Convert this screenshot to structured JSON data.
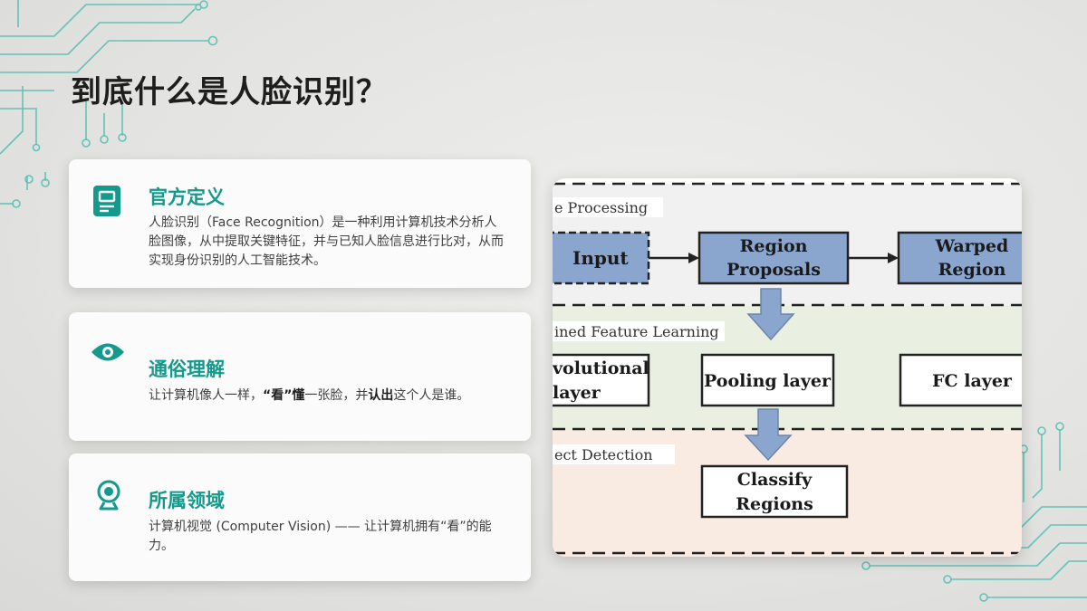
{
  "slide": {
    "title": "到底什么是人脸识别？"
  },
  "cards": [
    {
      "icon": "document-icon",
      "heading": "官方定义",
      "body": "人脸识别（Face Recognition）是一种利用计算机技术分析人脸图像，从中提取关键特征，并与已知人脸信息进行比对，从而实现身份识别的人工智能技术。"
    },
    {
      "icon": "eye-icon",
      "heading": "通俗理解",
      "body_parts": [
        "让计算机像人一样，",
        "“看”懂",
        "一张脸，并",
        "认出",
        "这个人是谁。"
      ]
    },
    {
      "icon": "webcam-icon",
      "heading": "所属领域",
      "body": "计算机视觉 (Computer Vision) —— 让计算机拥有“看”的能力。"
    }
  ],
  "diagram": {
    "sections": {
      "processing": "e Processing",
      "feature": "ined Feature Learning",
      "detection": "ect Detection"
    },
    "nodes": {
      "input": "Input",
      "region_proposals_1": "Region",
      "region_proposals_2": "Proposals",
      "warped_1": "Warped",
      "warped_2": "Region",
      "conv_1": "volutional",
      "conv_2": "layer",
      "pooling": "Pooling layer",
      "fc": "FC layer",
      "classify_1": "Classify",
      "classify_2": "Regions"
    }
  },
  "colors": {
    "accent": "#149a8c",
    "circuit": "#4fbdb1",
    "node_blue": "#8ba6ce",
    "band_gray": "#f1f1f1",
    "band_green": "#e9efe1",
    "band_peach": "#f9ebe1"
  }
}
